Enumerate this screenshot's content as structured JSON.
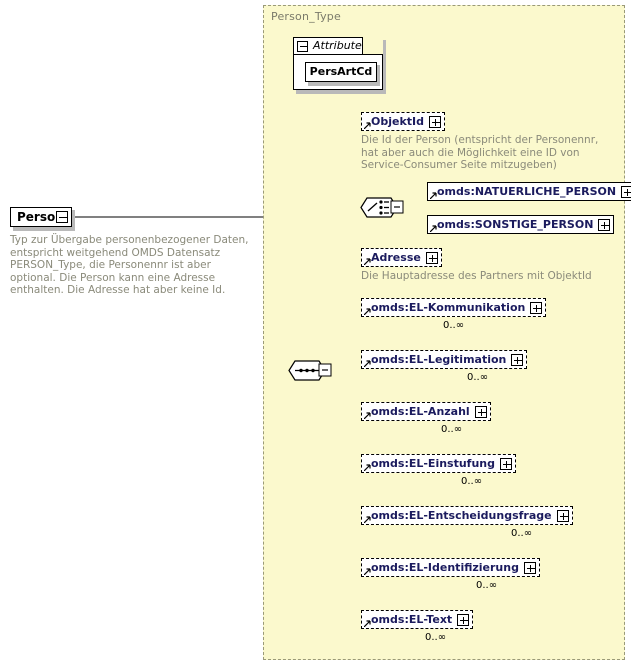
{
  "diagram": {
    "kind": "xsd-schema-diagram",
    "colors": {
      "panel_background": "#fbf9cd",
      "panel_border": "#9a9a78",
      "element_text": "#1b1b5e",
      "annotation_text": "#8a8a7a",
      "box_border": "#000000",
      "shadow": "#b9b9b9",
      "page_background": "#ffffff"
    }
  },
  "root": {
    "name": "Person",
    "expander": "minus",
    "annotation": "Typ zur Übergabe personenbezogener Daten, entspricht weitgehend OMDS Datensatz PERSON_Type, die Personennr ist aber optional. Die Person kann eine Adresse enthalten. Die Adresse hat aber keine Id."
  },
  "type_panel": {
    "title": "Person_Type"
  },
  "attributes": {
    "label": "Attribute",
    "expander": "minus",
    "items": [
      {
        "name": "PersArtCd"
      }
    ]
  },
  "connectors": {
    "choice": {
      "kind": "choice",
      "expander": "minus"
    },
    "sequence": {
      "kind": "sequence",
      "expander": "minus"
    }
  },
  "elements": [
    {
      "name": "ObjektId",
      "occurrence": "optional",
      "expander": "plus",
      "cardinality": "",
      "annotation": "Die Id der Person (entspricht der Personennr, hat aber auch die Möglichkeit eine ID von Service-Consumer Seite mitzugeben)"
    },
    {
      "name": "omds:NATUERLICHE_PERSON",
      "occurrence": "required",
      "expander": "plus",
      "cardinality": "",
      "annotation": ""
    },
    {
      "name": "omds:SONSTIGE_PERSON",
      "occurrence": "required",
      "expander": "plus",
      "cardinality": "",
      "annotation": ""
    },
    {
      "name": "Adresse",
      "occurrence": "optional",
      "expander": "plus",
      "cardinality": "",
      "annotation": "Die Hauptadresse des Partners mit ObjektId"
    },
    {
      "name": "omds:EL-Kommunikation",
      "occurrence": "optional",
      "expander": "plus",
      "cardinality": "0..∞",
      "annotation": ""
    },
    {
      "name": "omds:EL-Legitimation",
      "occurrence": "optional",
      "expander": "plus",
      "cardinality": "0..∞",
      "annotation": ""
    },
    {
      "name": "omds:EL-Anzahl",
      "occurrence": "optional",
      "expander": "plus",
      "cardinality": "0..∞",
      "annotation": ""
    },
    {
      "name": "omds:EL-Einstufung",
      "occurrence": "optional",
      "expander": "plus",
      "cardinality": "0..∞",
      "annotation": ""
    },
    {
      "name": "omds:EL-Entscheidungsfrage",
      "occurrence": "optional",
      "expander": "plus",
      "cardinality": "0..∞",
      "annotation": ""
    },
    {
      "name": "omds:EL-Identifizierung",
      "occurrence": "optional",
      "expander": "plus",
      "cardinality": "0..∞",
      "annotation": ""
    },
    {
      "name": "omds:EL-Text",
      "occurrence": "optional",
      "expander": "plus",
      "cardinality": "0..∞",
      "annotation": ""
    }
  ]
}
